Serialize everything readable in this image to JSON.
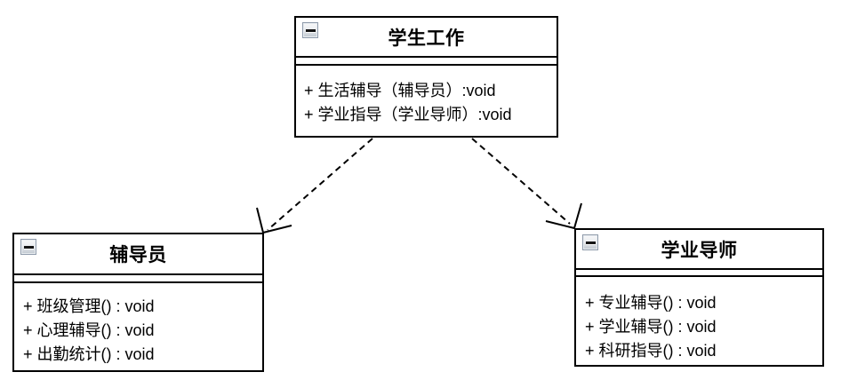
{
  "classes": {
    "student_work": {
      "title": "学生工作",
      "methods": [
        "+ 生活辅导（辅导员）:void",
        "+ 学业指导（学业导师）:void"
      ]
    },
    "counselor": {
      "title": "辅导员",
      "methods": [
        "+ 班级管理() : void",
        "+ 心理辅导() : void",
        "+ 出勤统计() : void"
      ]
    },
    "academic_advisor": {
      "title": "学业导师",
      "methods": [
        "+ 专业辅导() : void",
        "+ 学业辅导() : void",
        "+ 科研指导() : void"
      ]
    }
  },
  "relations": [
    {
      "type": "dependency",
      "style": "dashed-open-arrow",
      "from": "学生工作",
      "to": "辅导员"
    },
    {
      "type": "dependency",
      "style": "dashed-open-arrow",
      "from": "学生工作",
      "to": "学业导师"
    }
  ],
  "colors": {
    "line": "#000000",
    "text": "#000000",
    "box_background": "#ffffff",
    "canvas_background": "#ffffff",
    "collapse_button_border": "#8f9bab",
    "collapse_button_fill": "#d9dde2"
  }
}
